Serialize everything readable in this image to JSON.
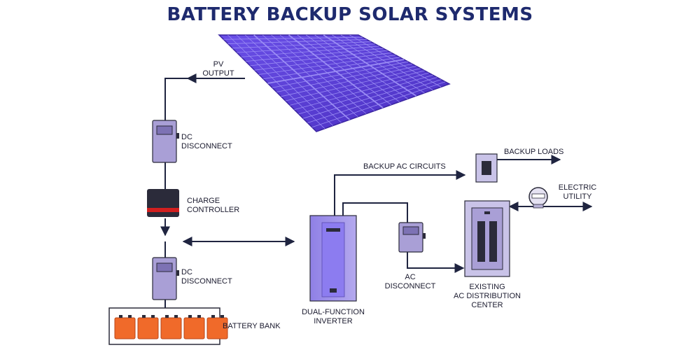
{
  "title": "BATTERY BACKUP SOLAR SYSTEMS",
  "labels": {
    "pv_output": "PV\nOUTPUT",
    "dc_disconnect_top": "DC\nDISCONNECT",
    "charge_controller": "CHARGE\nCONTROLLER",
    "dc_disconnect_bottom": "DC\nDISCONNECT",
    "battery_bank": "BATTERY BANK",
    "inverter": "DUAL-FUNCTION\nINVERTER",
    "backup_ac_circuits": "BACKUP AC CIRCUITS",
    "backup_loads": "BACKUP LOADS",
    "electric_utility": "ELECTRIC\nUTILITY",
    "ac_disconnect": "AC\nDISCONNECT",
    "ac_distribution": "EXISTING\nAC DISTRIBUTION\nCENTER"
  },
  "colors": {
    "title": "#1e2a6e",
    "line": "#1f2440",
    "panel": "#5b3fd6",
    "panel_grid": "#8c7cf0",
    "device": "#a99fd6",
    "device_dark": "#2b2b3a",
    "indicator": "#d21f1f",
    "battery": "#f06a2a"
  },
  "battery_cells": 5
}
